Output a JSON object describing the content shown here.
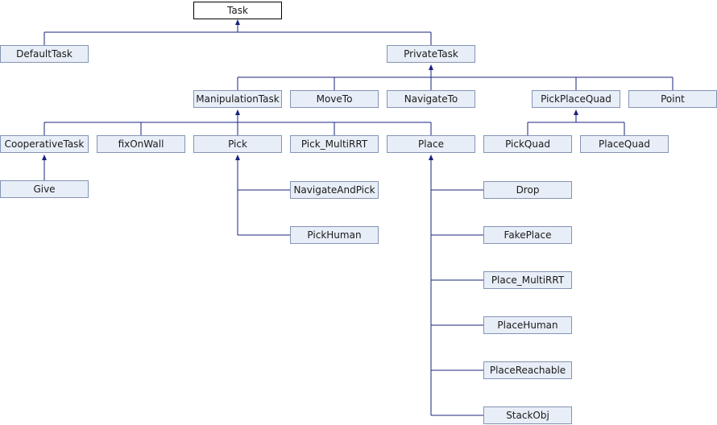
{
  "nodes": {
    "task": "Task",
    "defaulttask": "DefaultTask",
    "privatetask": "PrivateTask",
    "manipulationtask": "ManipulationTask",
    "moveto": "MoveTo",
    "navigateto": "NavigateTo",
    "pickplacequad": "PickPlaceQuad",
    "point": "Point",
    "cooperativetask": "CooperativeTask",
    "fixonwall": "fixOnWall",
    "pick": "Pick",
    "pick_multirrt": "Pick_MultiRRT",
    "place": "Place",
    "pickquad": "PickQuad",
    "placequad": "PlaceQuad",
    "give": "Give",
    "navigateandpick": "NavigateAndPick",
    "pickhuman": "PickHuman",
    "drop": "Drop",
    "fakeplace": "FakePlace",
    "place_multirrt": "Place_MultiRRT",
    "placehuman": "PlaceHuman",
    "placereachable": "PlaceReachable",
    "stackobj": "StackObj"
  }
}
